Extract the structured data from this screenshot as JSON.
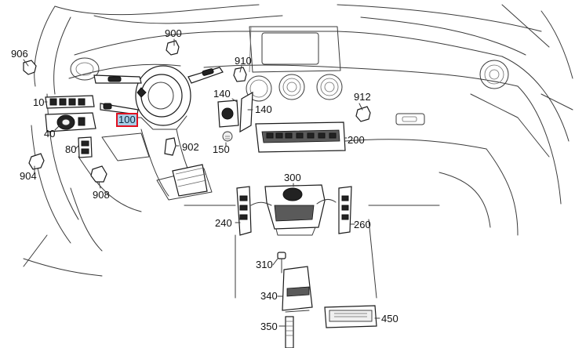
{
  "diagram": {
    "callouts": [
      {
        "id": "906",
        "text": "906"
      },
      {
        "id": "900",
        "text": "900"
      },
      {
        "id": "910",
        "text": "910"
      },
      {
        "id": "10",
        "text": "10"
      },
      {
        "id": "100",
        "text": "100",
        "selected": true
      },
      {
        "id": "140a",
        "text": "140"
      },
      {
        "id": "140b",
        "text": "140"
      },
      {
        "id": "912",
        "text": "912"
      },
      {
        "id": "40",
        "text": "40"
      },
      {
        "id": "80",
        "text": "80"
      },
      {
        "id": "902",
        "text": "902"
      },
      {
        "id": "150",
        "text": "150"
      },
      {
        "id": "200",
        "text": "200"
      },
      {
        "id": "904",
        "text": "904"
      },
      {
        "id": "908",
        "text": "908"
      },
      {
        "id": "300",
        "text": "300"
      },
      {
        "id": "240",
        "text": "240"
      },
      {
        "id": "260",
        "text": "260"
      },
      {
        "id": "310",
        "text": "310"
      },
      {
        "id": "340",
        "text": "340"
      },
      {
        "id": "350",
        "text": "350"
      },
      {
        "id": "450",
        "text": "450"
      }
    ],
    "highlight_color": "#e01020",
    "highlight_fill": "#a9cde6"
  }
}
